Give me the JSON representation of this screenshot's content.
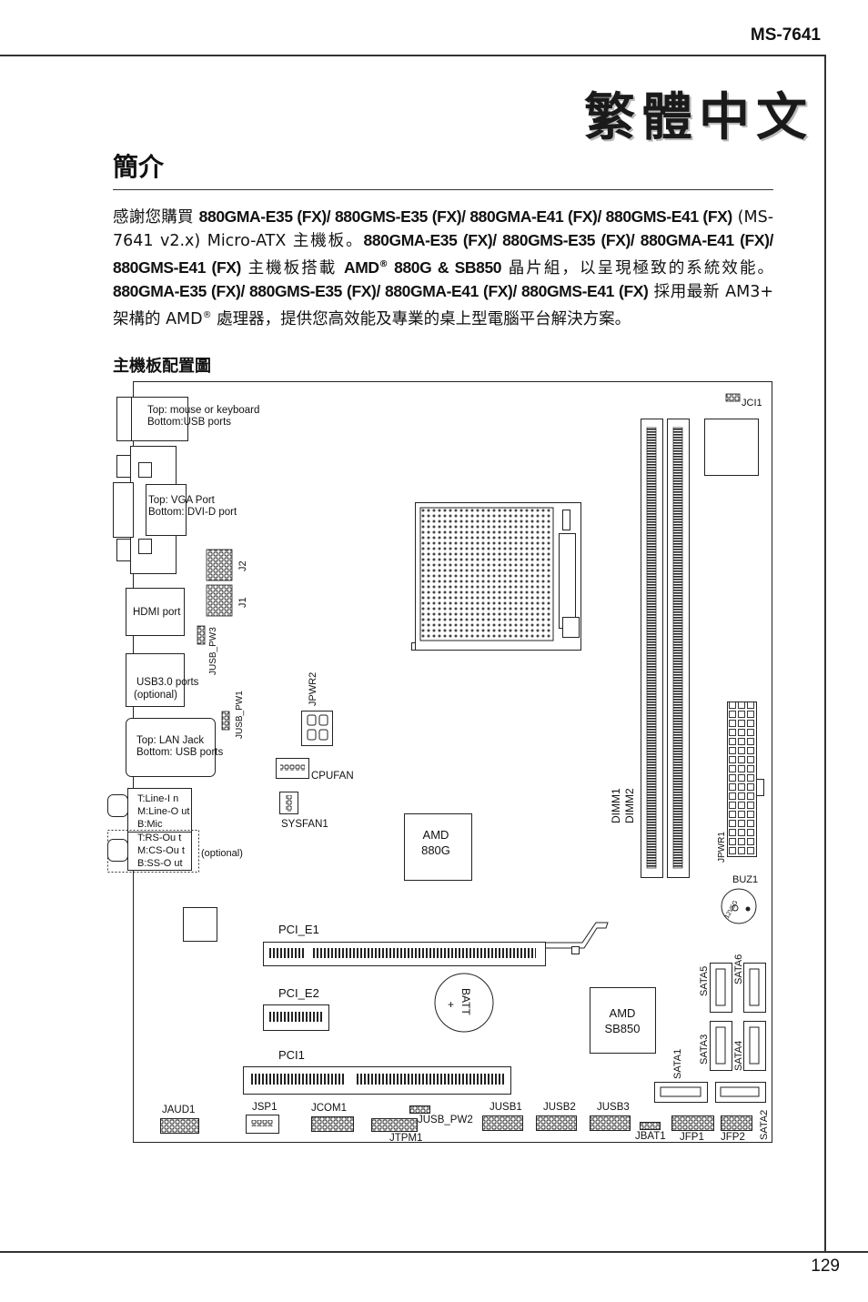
{
  "header": {
    "model": "MS-7641",
    "page_number": "129"
  },
  "title": "繁體中文",
  "intro": {
    "heading": "簡介",
    "p1": "感謝您購買 ",
    "b1": "880GMA-E35 (FX)/ 880GMS-E35 (FX)/ 880GMA-E41 (FX)/ 880GMS-E41 (FX)",
    "p2": " (MS-7641 v2.x) Micro-ATX 主機板。",
    "b2": "880GMA-E35 (FX)/ 880GMS-E35 (FX)/ 880GMA-E41 (FX)/ 880GMS-E41 (FX)",
    "p3": " 主機板搭載 ",
    "b3": "AMD",
    "reg1": "®",
    "b4": " 880G & SB850",
    "p4": " 晶片組，以呈現極致的系統效能。",
    "b5": "880GMA-E35 (FX)/ 880GMS-E35 (FX)/ 880GMA-E41 (FX)/ 880GMS-E41 (FX)",
    "p5": " 採用最新 AM3+ 架構的 AMD",
    "reg2": "®",
    "p6": " 處理器，提供您高效能及專業的桌上型電腦平台解決方案。"
  },
  "layout_heading": "主機板配置圖",
  "board": {
    "io_ps2": [
      "Top: mouse  or keyboard",
      "Bottom:USB ports"
    ],
    "io_vga": [
      "Top: VGA Port",
      "Bottom: DVI-D port"
    ],
    "io_hdmi": "HDMI port",
    "io_usb3": [
      "USB3.0 ports",
      "(optional)"
    ],
    "io_lan": [
      "Top: LAN Jack",
      "Bottom: USB ports"
    ],
    "io_audio": [
      "T:Line-I n",
      "M:Line-O ut",
      "B:Mic",
      "T:RS-Ou t",
      "M:CS-Ou t",
      "B:SS-O ut"
    ],
    "io_audio_optional": "(optional)",
    "j2": "J2",
    "j1": "J1",
    "jusb_pw3": "JUSB_PW3",
    "jusb_pw1": "JUSB_PW1",
    "jpwr2": "JPWR2",
    "cpufan": "CPUFAN",
    "sysfan1": "SYSFAN1",
    "north_bridge": [
      "AMD",
      "880G"
    ],
    "south_bridge": [
      "AMD",
      "SB850"
    ],
    "dimm1": "DIMM1",
    "dimm2": "DIMM2",
    "jpwr1": "JPWR1",
    "jci1": "JCI1",
    "buz1": "BUZ1",
    "buz1_face": "12V5G",
    "pci_e1": "PCI_E1",
    "pci_e2": "PCI_E2",
    "pci1": "PCI1",
    "batt": "BATT",
    "batt_plus": "+",
    "sata": [
      "SATA1",
      "SATA2",
      "SATA3",
      "SATA4",
      "SATA5",
      "SATA6"
    ],
    "bottom": [
      "JAUD1",
      "JSP1",
      "JCOM1",
      "JTPM1",
      "JUSB_PW2",
      "JUSB1",
      "JUSB2",
      "JUSB3",
      "JBAT1",
      "JFP1",
      "JFP2"
    ]
  }
}
